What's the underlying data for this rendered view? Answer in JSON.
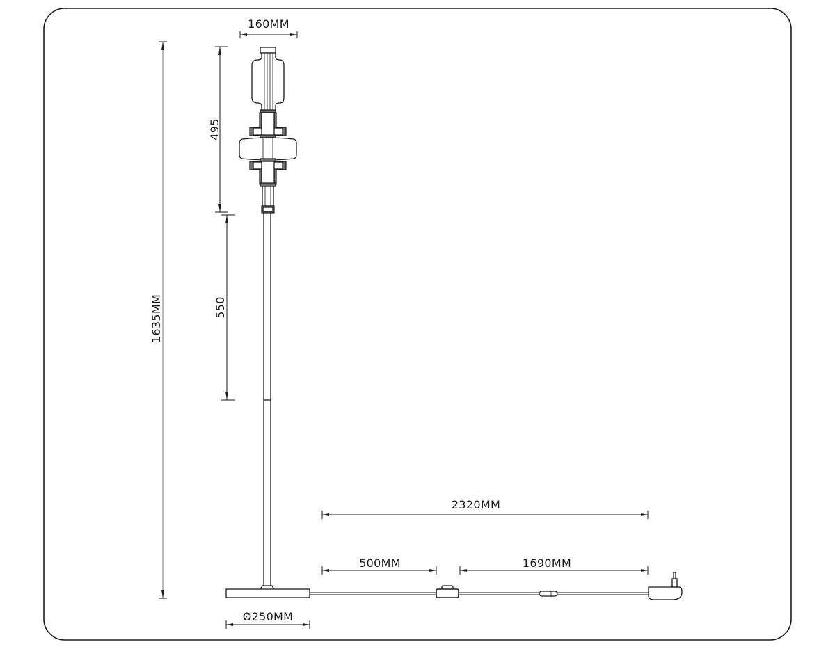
{
  "drawing": {
    "title": "Floor lamp dimension drawing",
    "frame_color": "#1a1a1a",
    "background": "#ffffff"
  },
  "dimensions": {
    "head_width": "160MM",
    "head_height": "495",
    "stem_segment": "550",
    "total_height": "1635MM",
    "base_diameter": "Ø250MM",
    "cable_total": "2320MM",
    "cable_to_switch": "500MM",
    "switch_to_plug": "1690MM"
  },
  "components": {
    "lamp_head": "lamp-head",
    "pole": "pole",
    "base": "round-base",
    "foot_switch": "foot-switch",
    "inline_connector": "inline-connector",
    "plug_adapter": "power-adapter-plug"
  }
}
